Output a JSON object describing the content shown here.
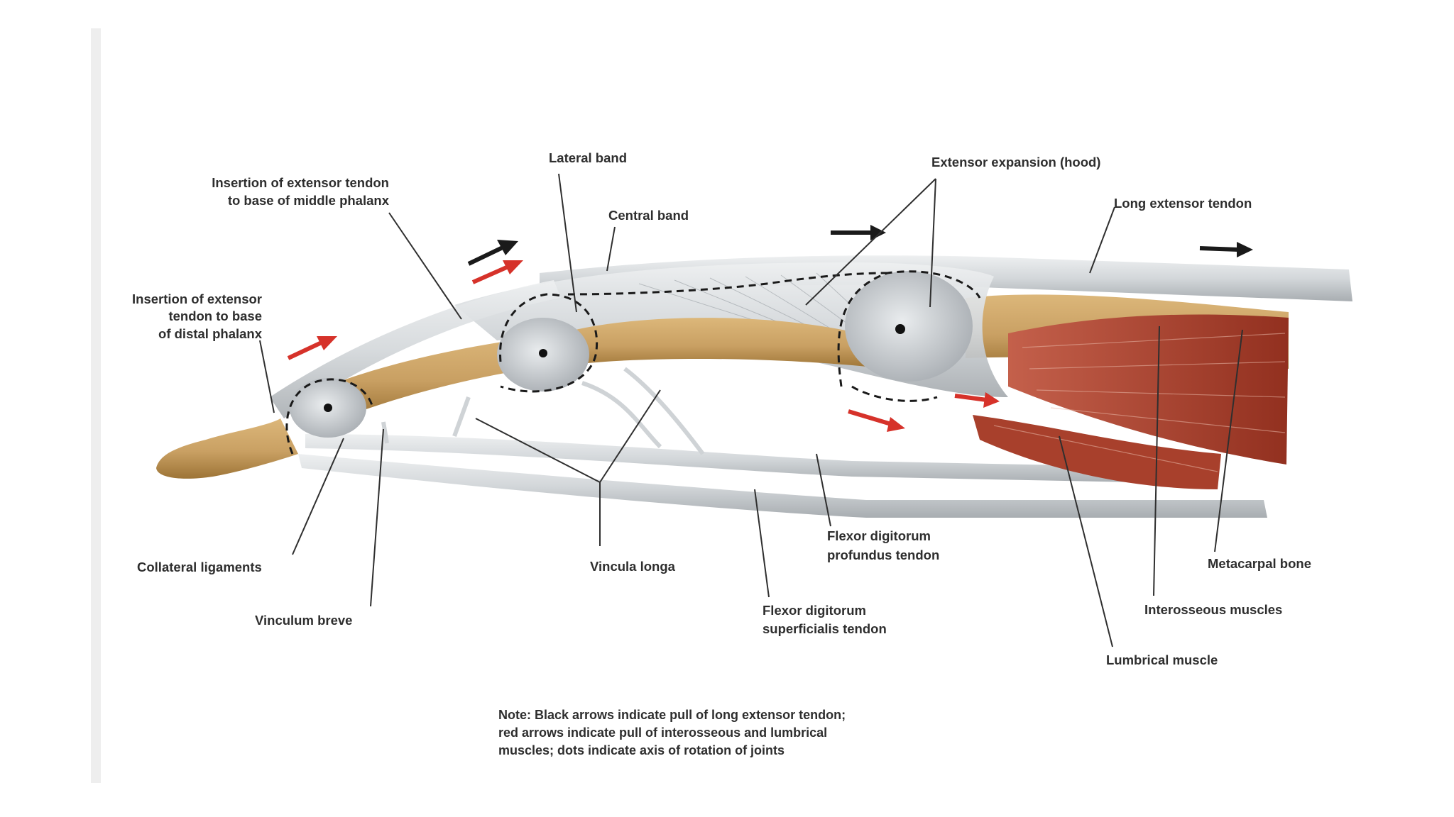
{
  "figure": {
    "labels": {
      "insertion_middle_l1": "Insertion of extensor tendon",
      "insertion_middle_l2": "to base of middle phalanx",
      "lateral_band": "Lateral band",
      "central_band": "Central band",
      "extensor_expansion": "Extensor expansion (hood)",
      "long_extensor_tendon": "Long extensor tendon",
      "insertion_distal_l1": "Insertion of extensor",
      "insertion_distal_l2": "tendon to base",
      "insertion_distal_l3": "of distal phalanx",
      "collateral_ligaments": "Collateral ligaments",
      "vinculum_breve": "Vinculum breve",
      "vincula_longa": "Vincula longa",
      "fdp_l1": "Flexor digitorum",
      "fdp_l2": "profundus tendon",
      "fds_l1": "Flexor digitorum",
      "fds_l2": "superficialis tendon",
      "metacarpal_bone": "Metacarpal bone",
      "interosseous_muscles": "Interosseous muscles",
      "lumbrical_muscle": "Lumbrical muscle"
    },
    "note": {
      "line1": "Note: Black arrows indicate pull of long extensor tendon;",
      "line2": "red arrows indicate pull of interosseous and lumbrical",
      "line3": "muscles; dots indicate axis of rotation of joints"
    },
    "colors": {
      "bone": "#c9a063",
      "bone_dark": "#a37a3c",
      "tendon": "#d9dcde",
      "tendon_shadow": "#a9aeb2",
      "muscle": "#b4432f",
      "muscle_dark": "#8e2b1d",
      "red_arrow": "#d6322a",
      "black_arrow": "#1a1a1a"
    }
  }
}
